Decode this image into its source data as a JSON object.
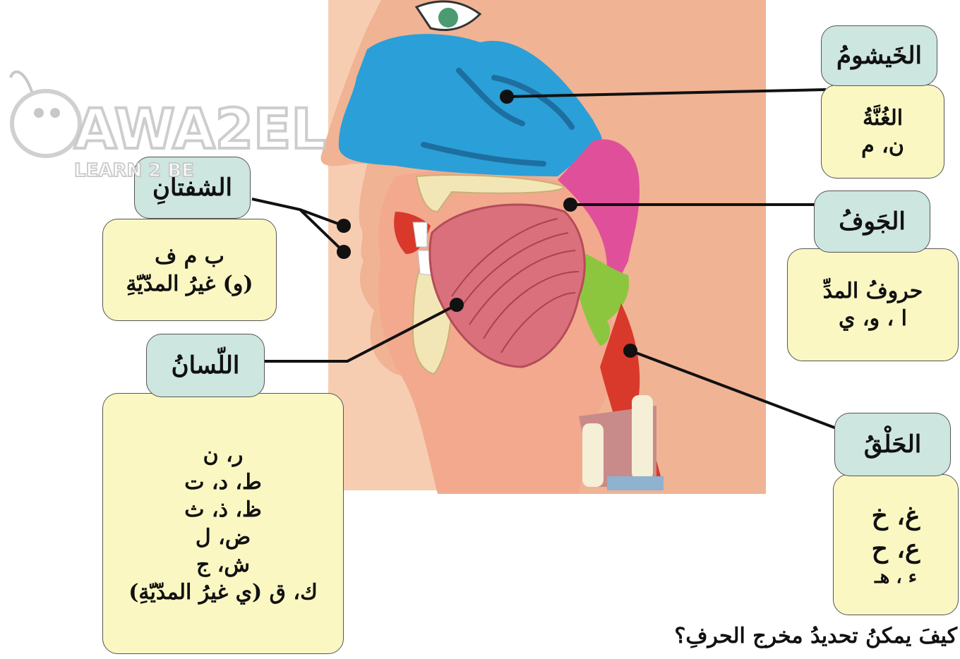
{
  "watermark": {
    "brand": "AWA2EL",
    "slogan": "LEARN 2 BE"
  },
  "labels": {
    "nasal_cavity": {
      "title": "الخَيشومُ",
      "lines": [
        "الغُنَّةُ",
        "ن، م"
      ]
    },
    "lips": {
      "title": "الشفتانِ",
      "lines": [
        "ب م ف",
        "(و) غيرُ المدّيّةِ"
      ]
    },
    "cavity": {
      "title": "الجَوفُ",
      "lines": [
        "حروفُ المدِّ",
        "ا ، و، ي"
      ]
    },
    "tongue": {
      "title": "اللّسانُ",
      "lines": [
        "ر، ن",
        "ط، د، ت",
        "ظ، ذ، ث",
        "ض، ل",
        "ش، ج",
        "ك، ق (ي غيرُ المدّيّةِ)"
      ]
    },
    "throat": {
      "title": "الحَلْقُ",
      "lines": [
        "غ، خ",
        "ع، ح",
        "ء ، هـ"
      ]
    }
  },
  "question": "كيفَ يمكنُ تحديدُ مخرج الحرفِ؟",
  "colors": {
    "nasal": "#2b9fd8",
    "pink": "#e0509a",
    "green": "#8cc63f",
    "skin": "#f4c2a4",
    "tongue": "#d9707c",
    "bone": "#f3e6b6",
    "red": "#d8392b",
    "title_bg": "#cde6df",
    "body_bg": "#fbf7c3"
  }
}
